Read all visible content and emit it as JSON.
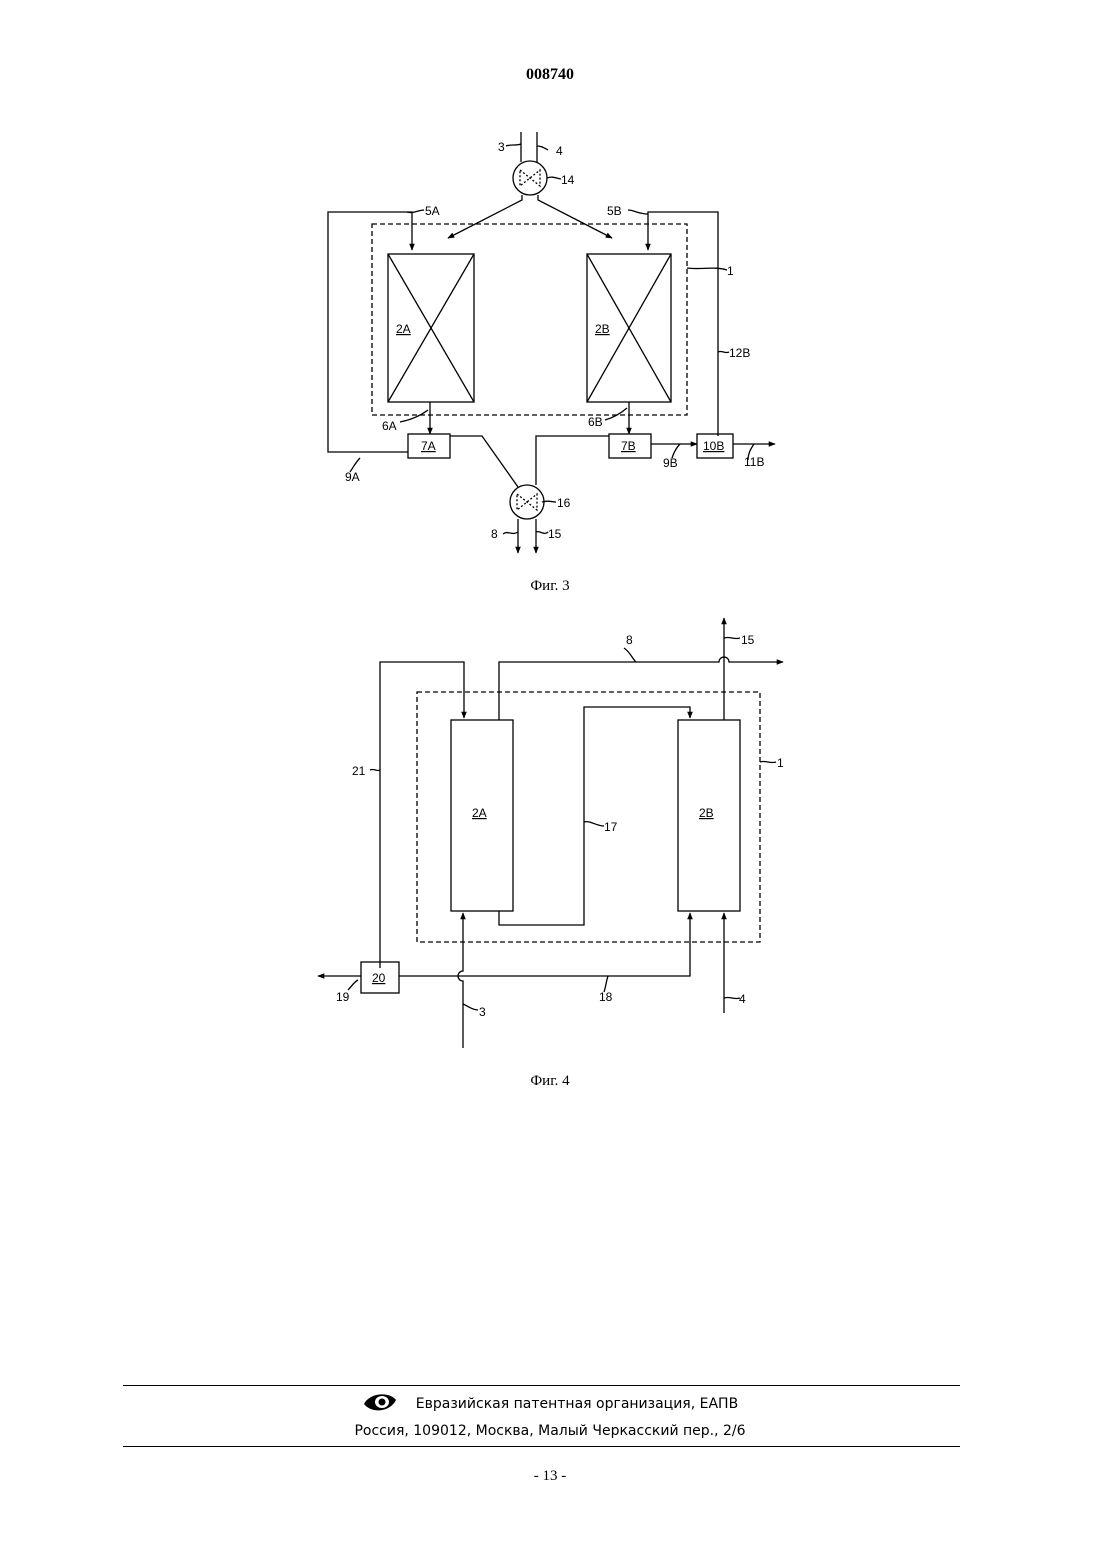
{
  "header": {
    "doc_number": "008740"
  },
  "figure3": {
    "caption": "Фиг. 3",
    "labels": {
      "l3": "3",
      "l4": "4",
      "l14": "14",
      "l5A": "5A",
      "l5B": "5B",
      "l1": "1",
      "l2A": "2A",
      "l2B": "2B",
      "l12B": "12B",
      "l6A": "6A",
      "l6B": "6B",
      "l7A": "7A",
      "l7B": "7B",
      "l10B": "10B",
      "l11B": "11B",
      "l9A": "9A",
      "l9B": "9B",
      "l16": "16",
      "l8": "8",
      "l15": "15"
    }
  },
  "figure4": {
    "caption": "Фиг. 4",
    "labels": {
      "l8": "8",
      "l15": "15",
      "l21": "21",
      "l1": "1",
      "l2A": "2A",
      "l2B": "2B",
      "l17": "17",
      "l20": "20",
      "l19": "19",
      "l18": "18",
      "l3": "3",
      "l4": "4"
    }
  },
  "footer": {
    "organization": "Евразийская патентная организация, ЕАПВ",
    "address": "Россия, 109012, Москва, Малый Черкасский пер., 2/6",
    "page": "- 13 -"
  }
}
